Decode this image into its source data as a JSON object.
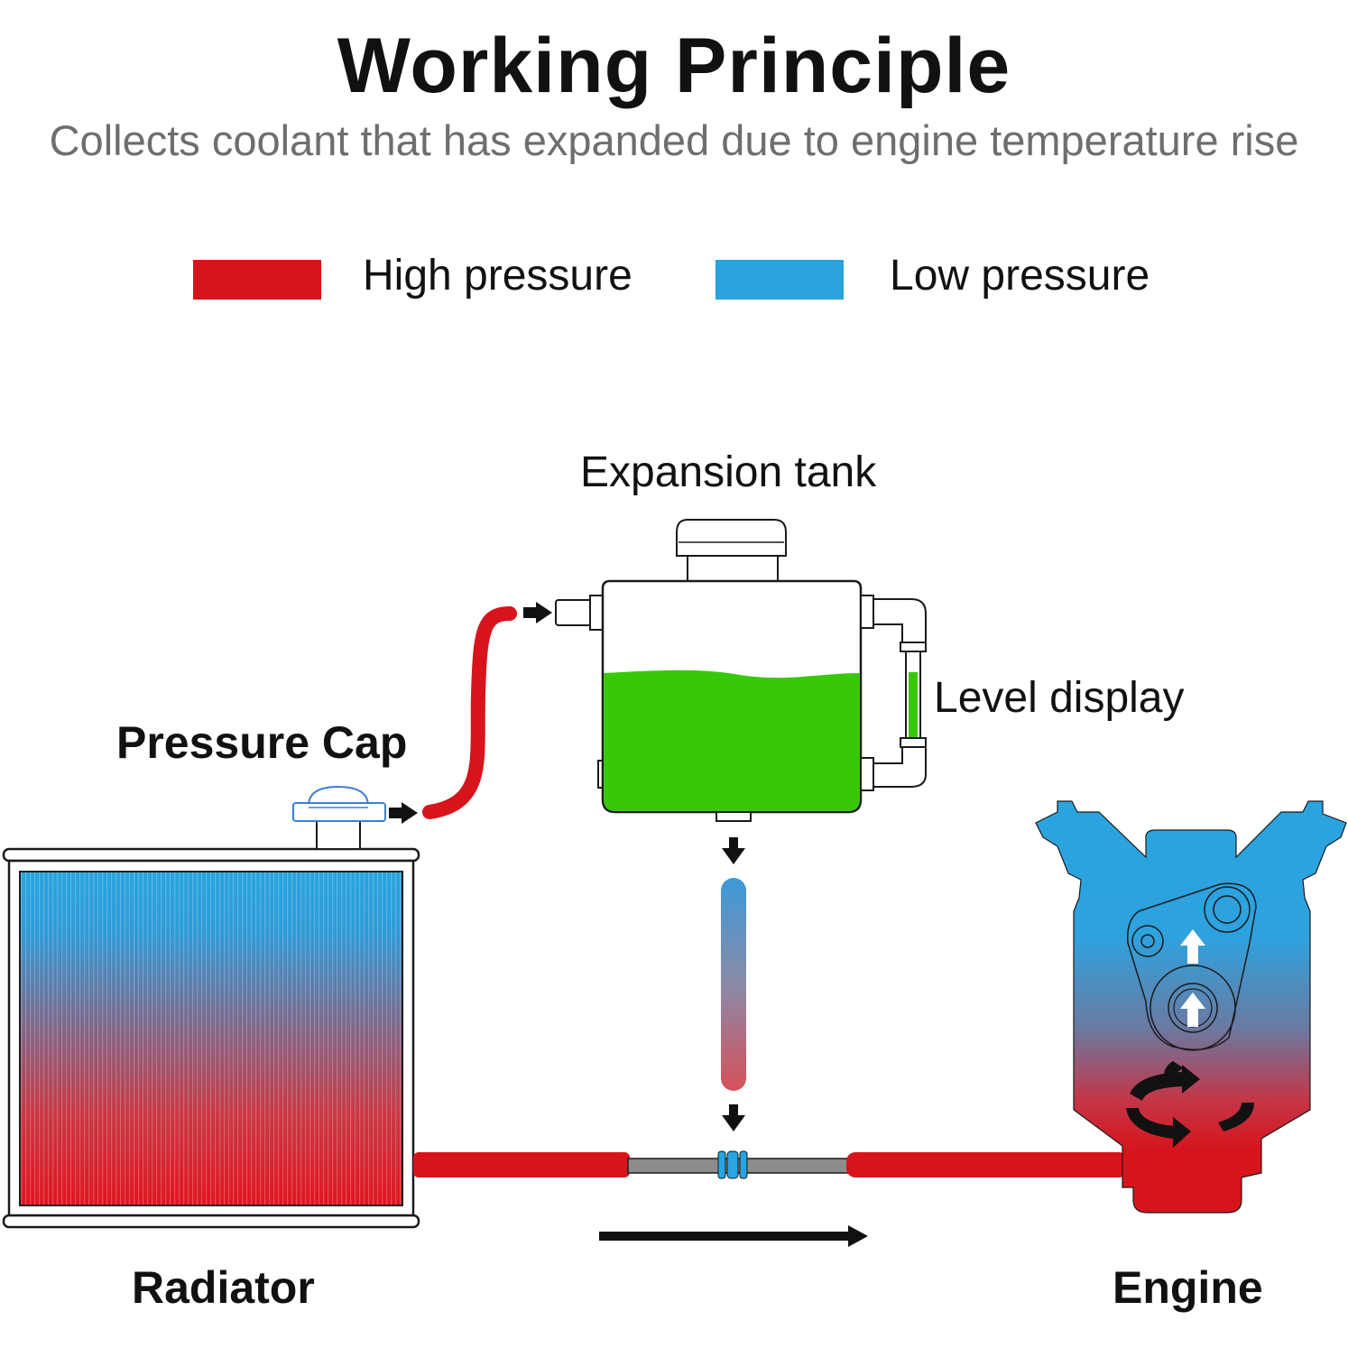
{
  "title": "Working Principle",
  "subtitle": "Collects coolant that has expanded due to engine temperature rise",
  "legend": [
    {
      "label": "High pressure",
      "color": "#d7141c"
    },
    {
      "label": "Low pressure",
      "color": "#29a4df"
    }
  ],
  "labels": {
    "expansion_tank": "Expansion tank",
    "pressure_cap": "Pressure Cap",
    "level_display": "Level display",
    "radiator": "Radiator",
    "engine": "Engine"
  },
  "colors": {
    "high_pressure": "#d7141c",
    "low_pressure": "#29a4df",
    "coolant": "#37c80a",
    "outline": "#1a1a1a",
    "pipe_gray": "#8c8c8c",
    "arrow": "#111111"
  },
  "icons": [
    "arrow-right-icon",
    "arrow-down-icon",
    "arrow-up-icon",
    "rotation-icon"
  ]
}
